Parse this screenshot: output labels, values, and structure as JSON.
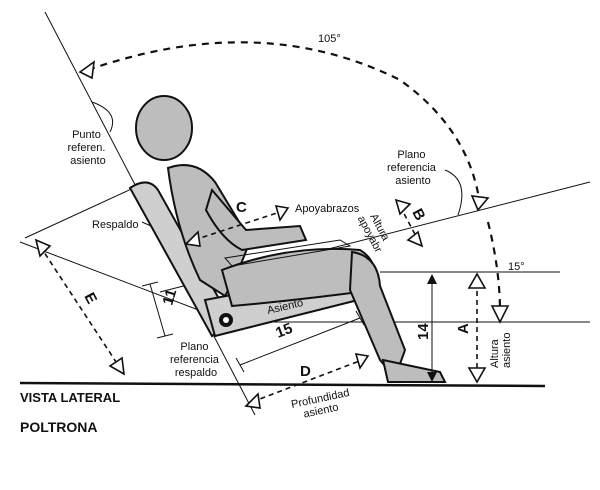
{
  "labels": {
    "angle_105": "105°",
    "angle_15": "15°",
    "punto_ref": [
      "Punto",
      "referen.",
      "asiento"
    ],
    "plano_ref_asiento": [
      "Plano",
      "referencia",
      "asiento"
    ],
    "respaldo": "Respaldo",
    "apoyabrazos": "Apoyabrazos",
    "altura_apoyabr": [
      "Altura",
      "apoyabr"
    ],
    "asiento": "Asiento",
    "altura_asiento": [
      "Altura",
      "asiento"
    ],
    "plano_ref_respaldo": [
      "Plano",
      "referencia",
      "respaldo"
    ],
    "profundidad_asiento": [
      "Profundidad",
      "asiento"
    ],
    "dim_a": "A",
    "dim_b": "B",
    "dim_c": "C",
    "dim_d": "D",
    "dim_e": "E",
    "dim_11": "11",
    "dim_14": "14",
    "dim_15": "15"
  },
  "caption": {
    "view": "VISTA LATERAL",
    "name": "POLTRONA"
  }
}
